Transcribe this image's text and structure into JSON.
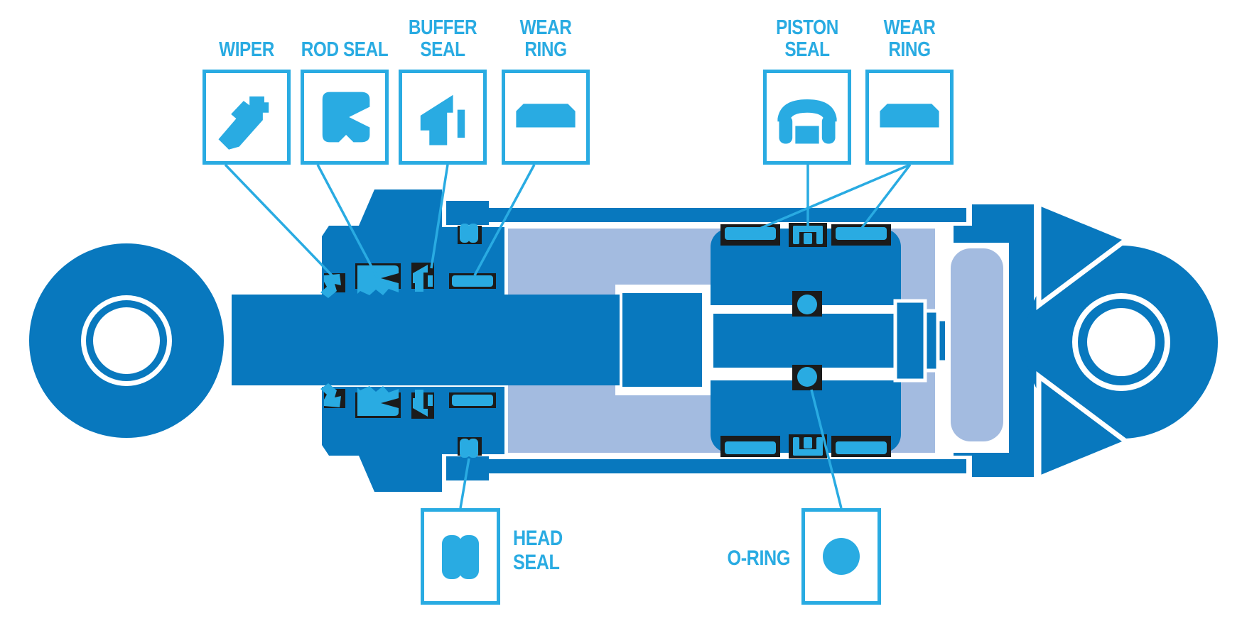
{
  "diagram": {
    "subject": "hydraulic-cylinder-seal-cross-section"
  },
  "colors": {
    "accent": "#29ABE2",
    "dark": "#0878BE",
    "interior": "#A3BBE0",
    "groove": "#1B1B1B",
    "background": "#FFFFFF"
  },
  "callouts": {
    "wiper": {
      "lines": [
        "WIPER"
      ]
    },
    "rod_seal": {
      "lines": [
        "ROD SEAL"
      ]
    },
    "buffer_seal": {
      "lines": [
        "BUFFER",
        "SEAL"
      ]
    },
    "wear_ring_rod": {
      "lines": [
        "WEAR",
        "RING"
      ]
    },
    "piston_seal": {
      "lines": [
        "PISTON",
        "SEAL"
      ]
    },
    "wear_ring_piston": {
      "lines": [
        "WEAR",
        "RING"
      ]
    },
    "head_seal": {
      "lines": [
        "HEAD",
        "SEAL"
      ]
    },
    "o_ring": {
      "lines": [
        "O-RING"
      ]
    }
  }
}
